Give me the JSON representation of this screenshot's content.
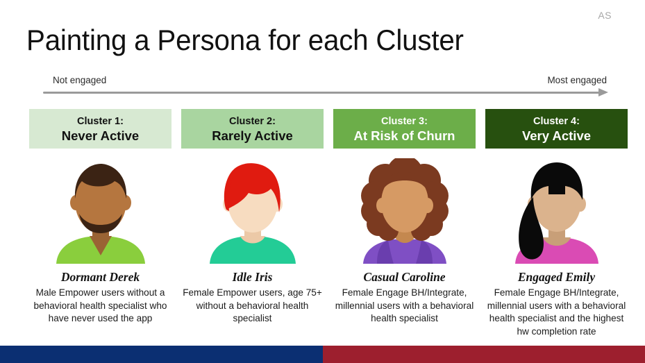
{
  "slide": {
    "initials_badge": "AS",
    "title": "Painting a Persona for each Cluster"
  },
  "axis": {
    "left_label": "Not engaged",
    "right_label": "Most engaged",
    "line_color": "#9a9a9a"
  },
  "columns": [
    {
      "cluster_label": "Cluster 1:",
      "cluster_name": "Never Active",
      "bar_bg": "#d7e9d2",
      "bar_text_color": "#111111",
      "persona_name": "Dormant Derek",
      "persona_description": "Male Empower users without a behavioral health specialist who have never used the app",
      "avatar": {
        "icon": "avatar-male-beard",
        "skin": "#b5763f",
        "skin_shadow": "#9a6334",
        "hair": "#3b2314",
        "shirt": "#8ace3d"
      }
    },
    {
      "cluster_label": "Cluster 2:",
      "cluster_name": "Rarely Active",
      "bar_bg": "#a9d5a0",
      "bar_text_color": "#111111",
      "persona_name": "Idle Iris",
      "persona_description": "Female Empower users, age 75+ without a behavioral health specialist",
      "avatar": {
        "icon": "avatar-female-redhair",
        "skin": "#f7dcc0",
        "skin_shadow": "#ecc9a7",
        "hair": "#e01b10",
        "shirt": "#23cc96"
      }
    },
    {
      "cluster_label": "Cluster 3:",
      "cluster_name": "At Risk of Churn",
      "bar_bg": "#6cae49",
      "bar_text_color": "#ffffff",
      "persona_name": "Casual Caroline",
      "persona_description": "Female Engage BH/Integrate, millennial users with a behavioral health specialist",
      "avatar": {
        "icon": "avatar-female-curly",
        "skin": "#d69a64",
        "skin_shadow": "#c4884f",
        "hair": "#7b3a20",
        "shirt": "#7f4fc4"
      }
    },
    {
      "cluster_label": "Cluster 4:",
      "cluster_name": "Very Active",
      "bar_bg": "#27500f",
      "bar_text_color": "#ffffff",
      "persona_name": "Engaged Emily",
      "persona_description": "Female Engage BH/Integrate, millennial users with a behavioral health specialist and the highest hw completion rate",
      "avatar": {
        "icon": "avatar-female-ponytail",
        "skin": "#dbb38d",
        "skin_shadow": "#c89f78",
        "hair": "#0a0a0a",
        "shirt": "#da4bb4"
      }
    }
  ],
  "footer": {
    "left_color": "#0b2f72",
    "right_color": "#9d1f2e"
  }
}
